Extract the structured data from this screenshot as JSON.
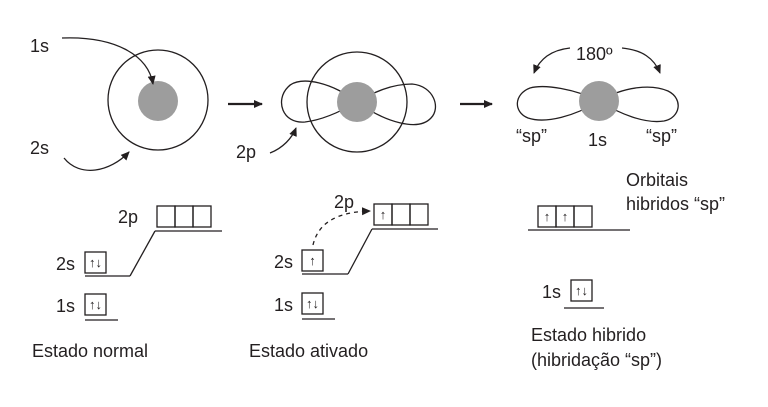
{
  "colors": {
    "ink": "#231f20",
    "nucleus": "#9d9d9d",
    "background": "#ffffff"
  },
  "top": {
    "label_1s": "1s",
    "label_2s": "2s",
    "label_2p": "2p",
    "angle": "180º",
    "sp_left": "“sp”",
    "sp_right": "“sp”",
    "center_1s": "1s"
  },
  "normal": {
    "label_2p": "2p",
    "label_2s": "2s",
    "label_1s": "1s",
    "caption": "Estado normal",
    "box_2s": "↑↓",
    "box_1s": "↑↓"
  },
  "activated": {
    "label_2p": "2p",
    "label_2s": "2s",
    "label_1s": "1s",
    "caption": "Estado ativado",
    "box_2p_1": "↑",
    "box_2s": "↑",
    "box_1s": "↑↓"
  },
  "hybrid": {
    "title_line1": "Orbitais",
    "title_line2": "hibridos “sp”",
    "box_sp_1": "↑",
    "box_sp_2": "↑",
    "label_1s": "1s",
    "box_1s": "↑↓",
    "caption_line1": "Estado hibrido",
    "caption_line2": "(hibridação “sp”)"
  }
}
